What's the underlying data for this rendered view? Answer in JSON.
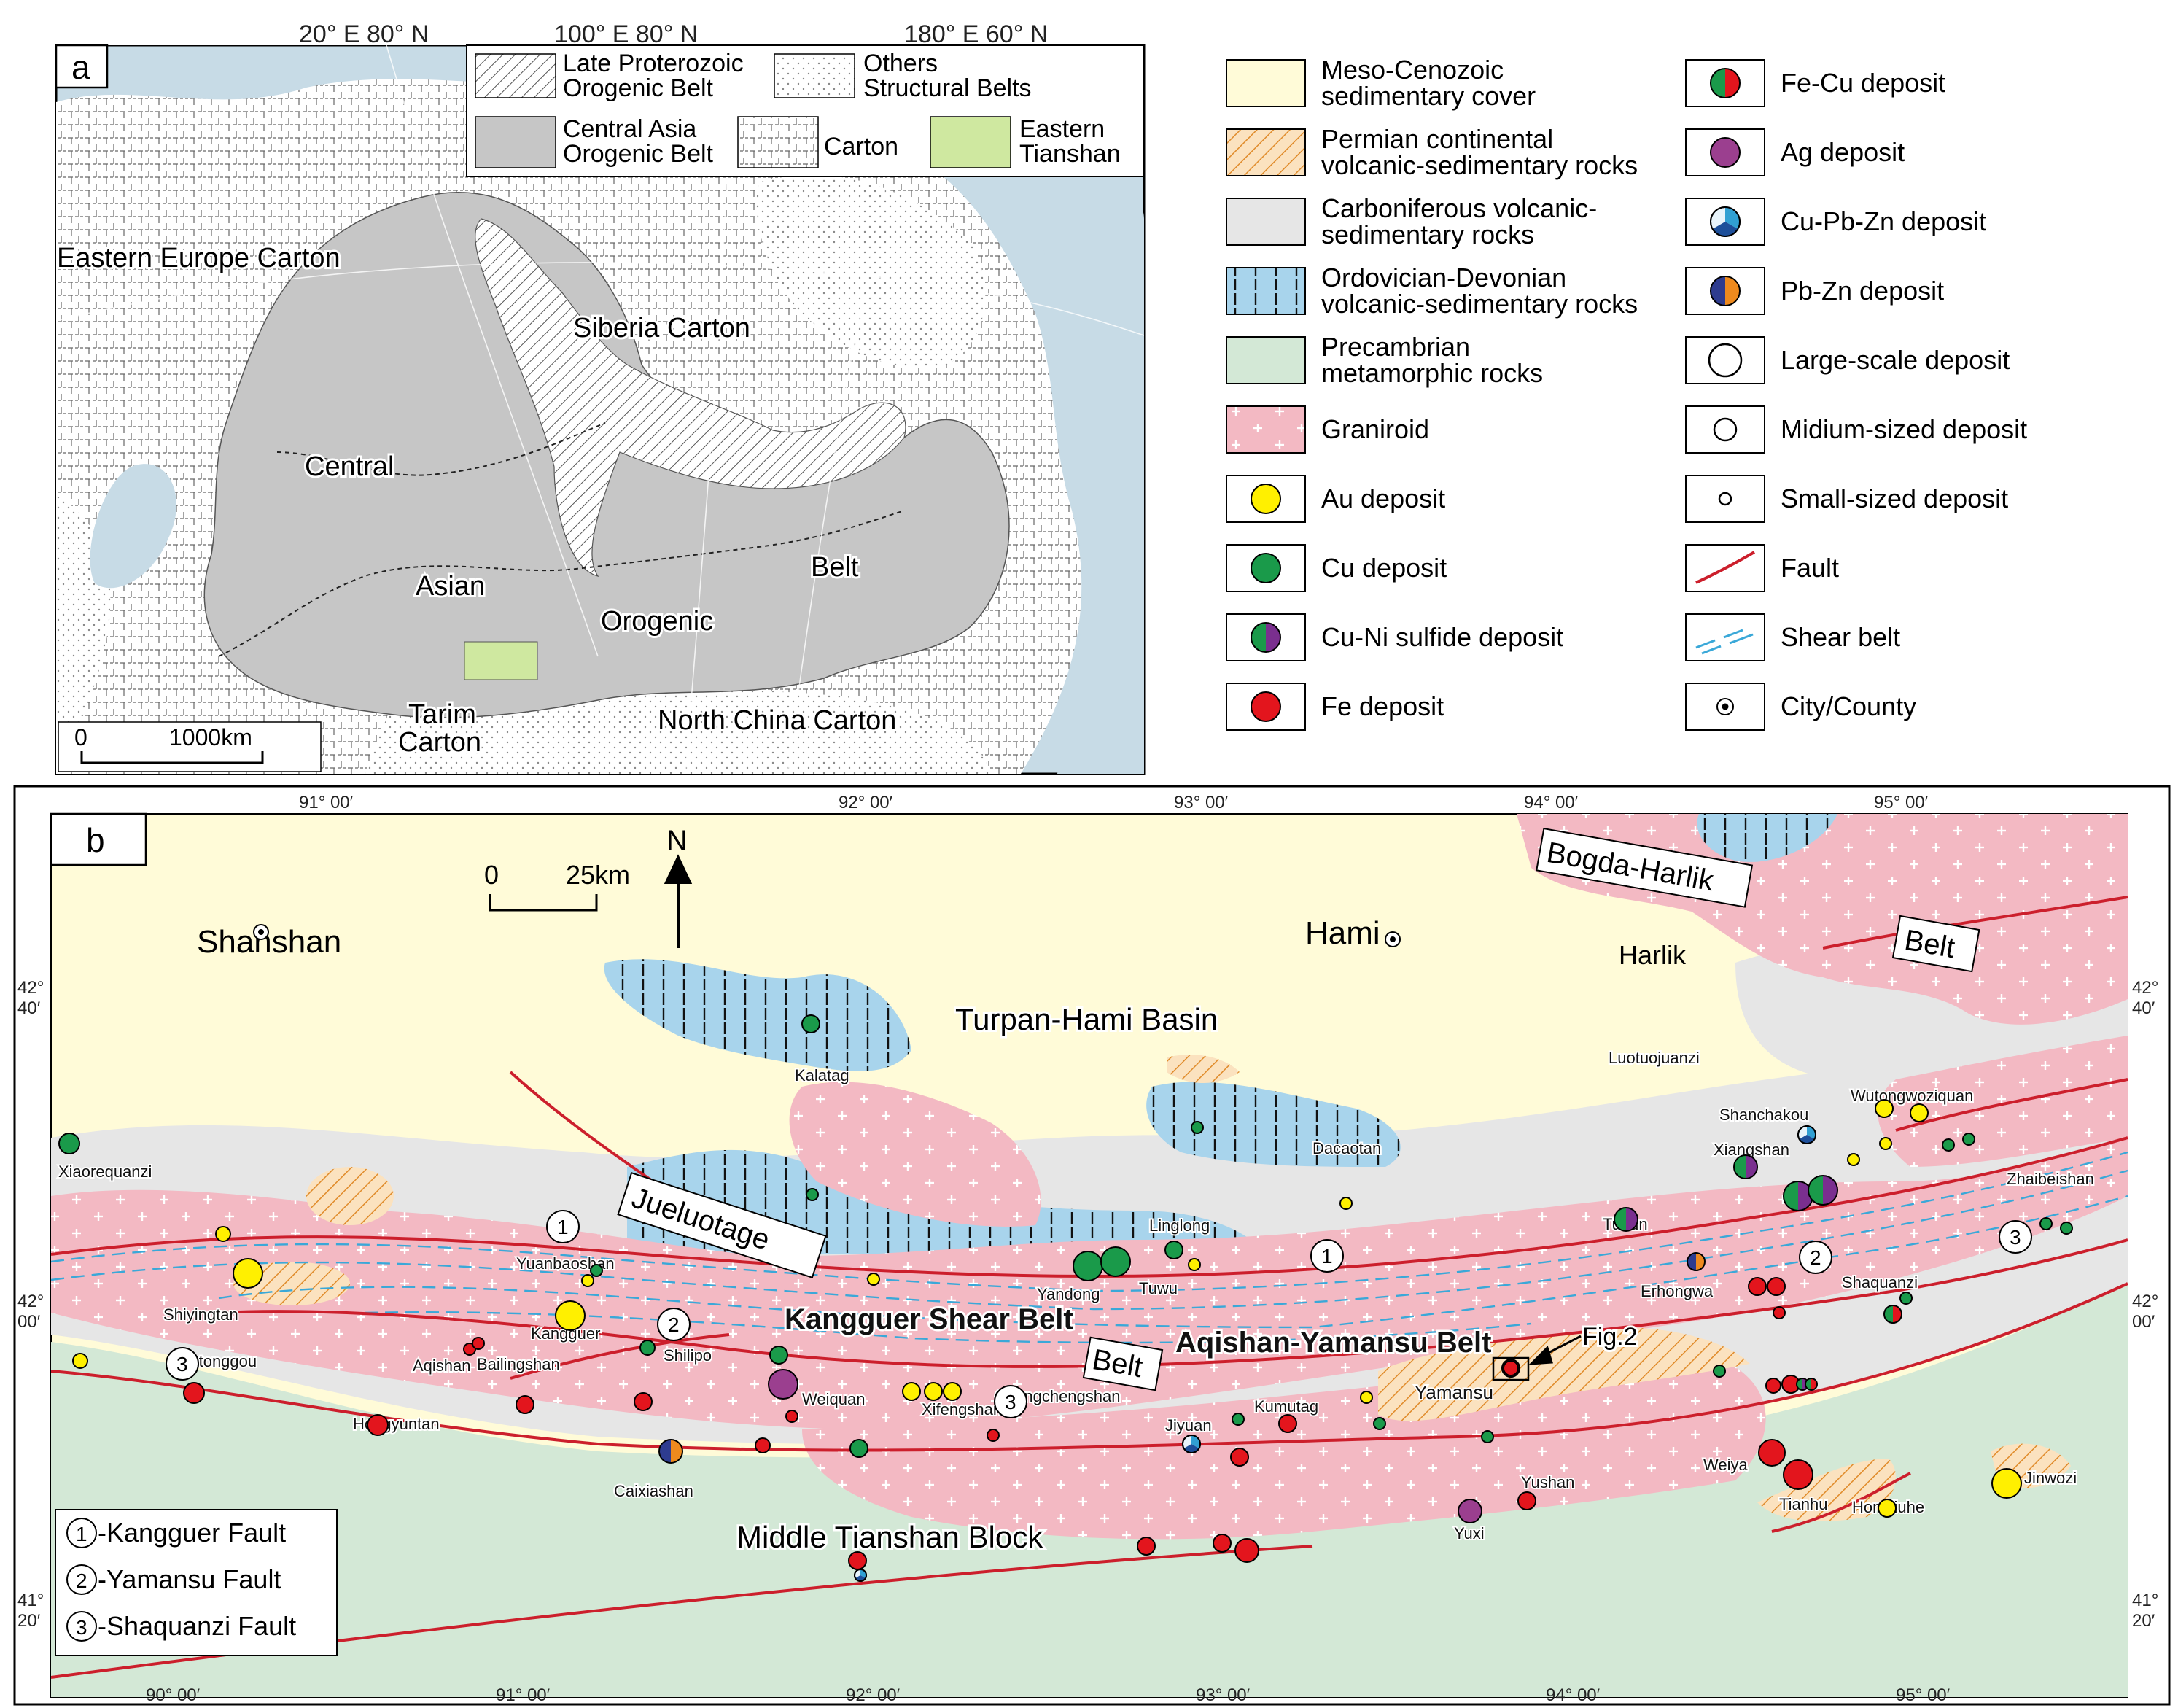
{
  "panel_a": {
    "label": "a",
    "top_coords": [
      "20° E 80° N",
      "100° E 80° N",
      "180° E 60° N"
    ],
    "legend": {
      "late_proterozoic": "Late Proterozoic",
      "late_proterozoic_2": "Orogenic Belt",
      "others": "Others",
      "others_2": "Structural Belts",
      "central_asia": "Central Asia",
      "central_asia_2": "Orogenic Belt",
      "carton": "Carton",
      "eastern": "Eastern",
      "eastern_2": "Tianshan"
    },
    "labels": {
      "eastern_europe": "Eastern Europe Carton",
      "siberia": "Siberia Carton",
      "central": "Central",
      "asian": "Asian",
      "orogenic": "Orogenic",
      "belt": "Belt",
      "tarim": "Tarim",
      "tarim_2": "Carton",
      "north_china": "North China Carton"
    },
    "scale": {
      "zero": "0",
      "end": "1000km"
    },
    "colors": {
      "sea": "#c7dbe6",
      "orogen": "#c6c6c6",
      "tianshan": "#cfe8a0",
      "land": "#ffffff"
    }
  },
  "legend_main": {
    "col1": [
      {
        "l1": "Meso-Cenozoic",
        "l2": "sedimentary cover",
        "icon": "meso-cenozoic-swatch"
      },
      {
        "l1": "Permian continental",
        "l2": "volcanic-sedimentary rocks",
        "icon": "permian-swatch"
      },
      {
        "l1": "Carboniferous volcanic-",
        "l2": "sedimentary rocks",
        "icon": "carboniferous-swatch"
      },
      {
        "l1": "Ordovician-Devonian",
        "l2": "volcanic-sedimentary rocks",
        "icon": "ordovician-devonian-swatch"
      },
      {
        "l1": "Precambrian",
        "l2": "metamorphic rocks",
        "icon": "precambrian-swatch"
      },
      {
        "l1": "Graniroid",
        "l2": "",
        "icon": "granitoid-swatch"
      },
      {
        "l1": "Au deposit",
        "l2": "",
        "icon": "au-deposit-icon"
      },
      {
        "l1": "Cu deposit",
        "l2": "",
        "icon": "cu-deposit-icon"
      },
      {
        "l1": "Cu-Ni sulfide deposit",
        "l2": "",
        "icon": "cu-ni-deposit-icon"
      },
      {
        "l1": "Fe deposit",
        "l2": "",
        "icon": "fe-deposit-icon"
      }
    ],
    "col2": [
      {
        "l1": "Fe-Cu deposit",
        "icon": "fe-cu-deposit-icon"
      },
      {
        "l1": "Ag deposit",
        "icon": "ag-deposit-icon"
      },
      {
        "l1": "Cu-Pb-Zn deposit",
        "icon": "cu-pb-zn-deposit-icon"
      },
      {
        "l1": "Pb-Zn deposit",
        "icon": "pb-zn-deposit-icon"
      },
      {
        "l1": "Large-scale deposit",
        "icon": "large-circle-icon"
      },
      {
        "l1": "Midium-sized deposit",
        "icon": "medium-circle-icon"
      },
      {
        "l1": "Small-sized deposit",
        "icon": "small-circle-icon"
      },
      {
        "l1": "Fault",
        "icon": "fault-line-icon"
      },
      {
        "l1": "Shear belt",
        "icon": "shear-belt-icon"
      },
      {
        "l1": "City/County",
        "icon": "city-dot-icon"
      }
    ],
    "colors": {
      "cover": "#fffbd8",
      "permian": "#f6c88f",
      "carboniferous": "#e6e6e6",
      "ordovician": "#a8d4ec",
      "precambrian": "#d3e8d6",
      "granitoid": "#f3b9c3",
      "au": "#fff000",
      "cu": "#1a9a4a",
      "fe": "#e3151d",
      "ag": "#9b3f8f",
      "pbzn_a": "#ee8a1e",
      "pbzn_b": "#2e3c8f",
      "cupbzn": "#31a0d3",
      "fault": "#cc1f2c",
      "shear": "#3aa8d8"
    }
  },
  "panel_b": {
    "label": "b",
    "top_ticks": [
      "91° 00′",
      "92° 00′",
      "93° 00′",
      "94° 00′",
      "95° 00′"
    ],
    "bottom_ticks": [
      "90° 00′",
      "91° 00′",
      "92° 00′",
      "93° 00′",
      "94° 00′",
      "95° 00′"
    ],
    "left_ticks": [
      "42°",
      "40′",
      "42°",
      "00′",
      "41°",
      "20′"
    ],
    "right_ticks": [
      "42°",
      "40′",
      "42°",
      "00′",
      "41°",
      "20′"
    ],
    "scale": {
      "zero": "0",
      "end": "25km"
    },
    "north": "N",
    "regions": {
      "bogda": "Bogda-Harlik",
      "belt_ne": "Belt",
      "turpan": "Turpan-Hami Basin",
      "jueluotage": "Jueluotage",
      "kangguer": "Kangguer Shear Belt",
      "belt_mid": "Belt",
      "aqishan": "Aqishan-Yamansu Belt",
      "middle": "Middle Tianshan Block",
      "fig2": "Fig.2"
    },
    "cities": [
      "Shanshan",
      "Hami",
      "Harlik"
    ],
    "place_labels": [
      "Kalatag",
      "Dacaotan",
      "Luotuojuanzi",
      "Xiaorequanzi",
      "Shanchakou",
      "Wutongwoziquan",
      "Xiangshan",
      "Zhaibeishan",
      "Linglong",
      "Tudun",
      "Yuanbaoshan",
      "Shiyingtan",
      "Yandong",
      "Tuwu",
      "Erhongwa",
      "Shaquanzi",
      "Kangguer",
      "Shilipo",
      "Wutonggou",
      "Aqishan",
      "Bailingshan",
      "Weiquan",
      "Xifengshan",
      "Changchengshan",
      "Jiyuan",
      "Kumutag",
      "Yamansu",
      "Hongyuntan",
      "Caixiashan",
      "Weiya",
      "Tianhu",
      "Hongliuhe",
      "Jinwozi",
      "Yushan",
      "Yuxi"
    ],
    "fault_legend": [
      "-Kangguer Fault",
      "-Yamansu Fault",
      "-Shaquanzi Fault"
    ],
    "fault_numbers": [
      "1",
      "2",
      "3"
    ]
  }
}
